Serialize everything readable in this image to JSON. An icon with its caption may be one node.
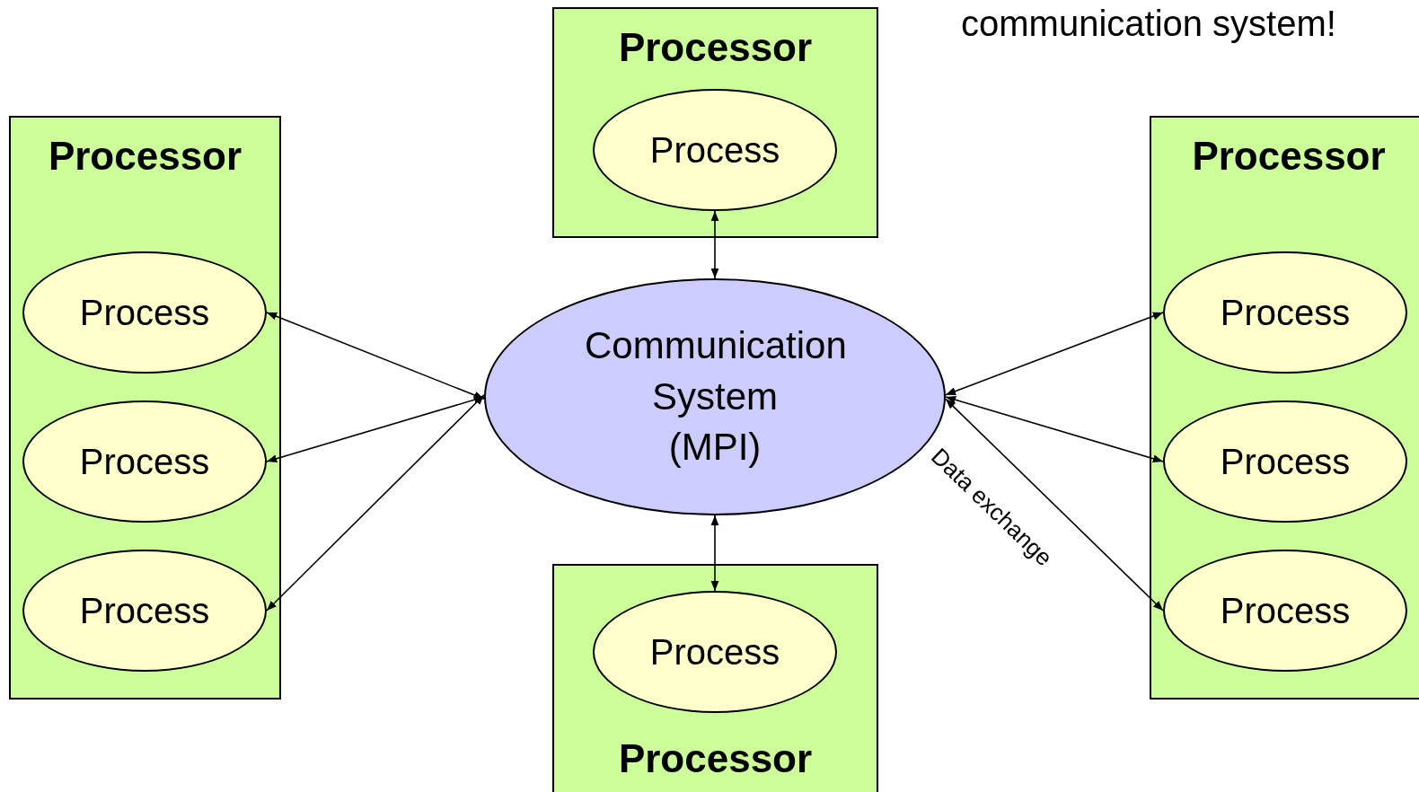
{
  "diagram": {
    "nodes": [
      {
        "text": [
          "Processor"
        ]
      },
      {
        "text": [
          "Process"
        ],
        "in": 0
      },
      {
        "text": [
          "Processor"
        ]
      },
      {
        "text": [
          "Process"
        ],
        "in": 2
      },
      {
        "text": [
          "Process"
        ],
        "in": 2
      },
      {
        "text": [
          "Process"
        ],
        "in": 2
      },
      {
        "text": [
          "Communication System (MPI)"
        ]
      },
      {
        "text": [
          "Processor"
        ]
      },
      {
        "text": [
          "Process"
        ],
        "in": 7
      },
      {
        "text": [
          "Process"
        ],
        "in": 7
      },
      {
        "text": [
          "Process"
        ],
        "in": 7
      },
      {
        "text": [
          "Processor"
        ]
      },
      {
        "text": [
          "Process"
        ],
        "in": 11
      }
    ],
    "edges": [
      {
        "from": 1,
        "to": 6,
        "arrow": "both"
      },
      {
        "from": 3,
        "to": 6,
        "arrow": "both"
      },
      {
        "from": 4,
        "to": 6,
        "arrow": "both"
      },
      {
        "from": 5,
        "to": 6,
        "arrow": "both"
      },
      {
        "from": 6,
        "to": 8,
        "arrow": "both"
      },
      {
        "from": 6,
        "to": 9,
        "arrow": "both"
      },
      {
        "from": 6,
        "to": 10,
        "arrow": "both",
        "label": "Data exchange"
      },
      {
        "from": 6,
        "to": 12,
        "arrow": "both"
      }
    ],
    "labels": [
      "communication system!"
    ]
  }
}
